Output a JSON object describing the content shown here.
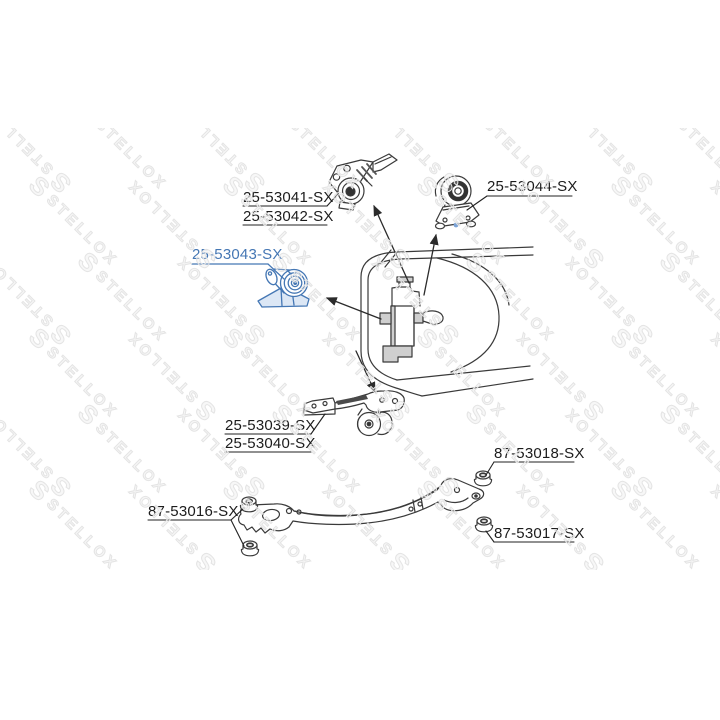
{
  "diagram": {
    "type": "exploded-parts-diagram",
    "subject": "engine-mounting",
    "brand_watermark": "STELLOX",
    "highlight_color": "#4577b4",
    "line_color": "#3a3a3a",
    "highlighted_part": "25-53043-SX",
    "labels": {
      "mount_upper_1": "25-53041-SX",
      "mount_upper_2": "25-53042-SX",
      "mount_right": "25-53044-SX",
      "mount_highlighted": "25-53043-SX",
      "mount_front_1": "25-53039-SX",
      "mount_front_2": "25-53040-SX",
      "bushing_left": "87-53016-SX",
      "bushing_top_right": "87-53018-SX",
      "bushing_bottom_right": "87-53017-SX"
    }
  }
}
